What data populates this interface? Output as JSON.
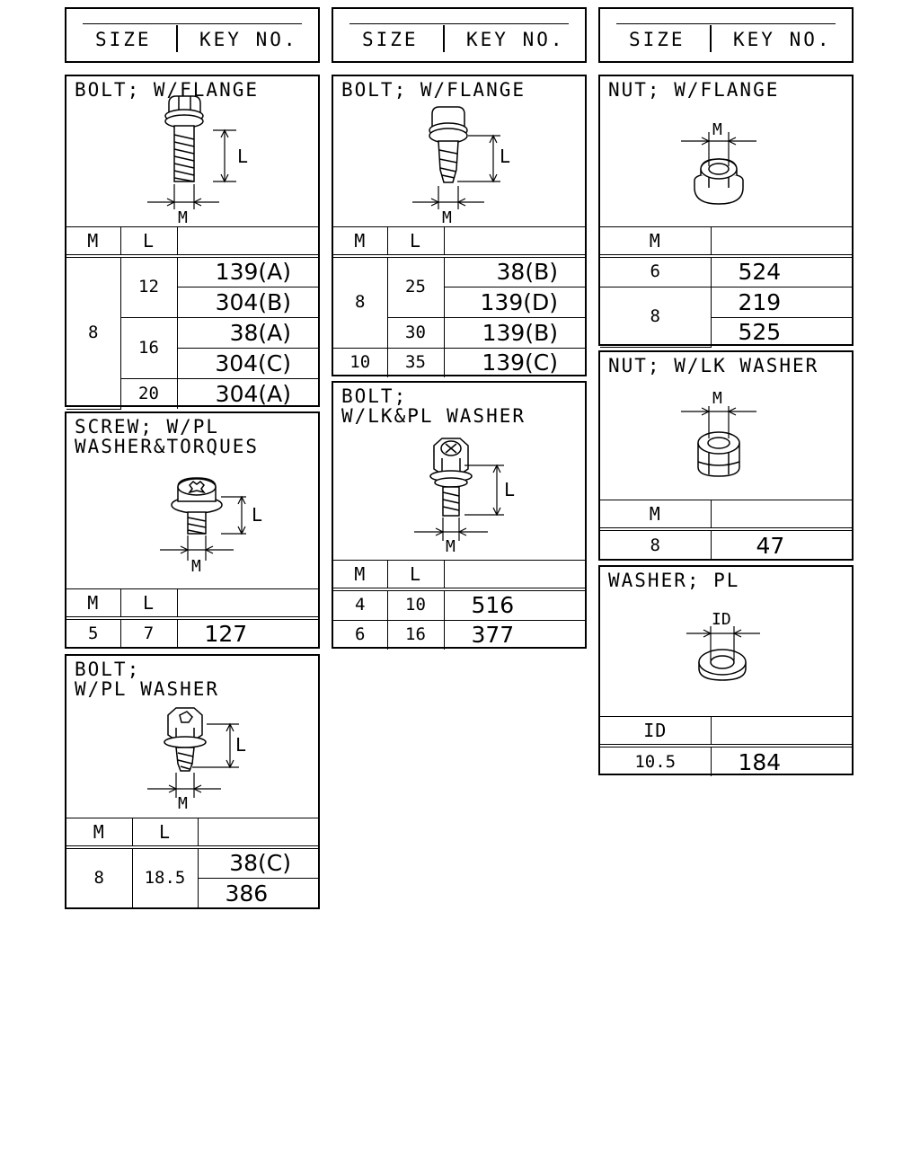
{
  "headers": [
    {
      "size": "SIZE",
      "key": "KEY NO."
    },
    {
      "size": "SIZE",
      "key": "KEY NO."
    },
    {
      "size": "SIZE",
      "key": "KEY NO."
    }
  ],
  "bolt_flange_1": {
    "title": "BOLT; W/FLANGE",
    "dim_l": "L",
    "dim_m": "M",
    "cols": [
      "M",
      "L",
      ""
    ],
    "rows": [
      {
        "m": "8",
        "l": "12",
        "key": "139(A)"
      },
      {
        "key": "304(B)"
      },
      {
        "l": "16",
        "key": "38(A)"
      },
      {
        "key": "304(C)"
      },
      {
        "l": "20",
        "key": "304(A)"
      }
    ]
  },
  "screw_torques": {
    "title": "SCREW; W/PL\nWASHER&TORQUES",
    "dim_l": "L",
    "dim_m": "M",
    "cols": [
      "M",
      "L",
      ""
    ],
    "rows": [
      {
        "m": "5",
        "l": "7",
        "key": "127"
      }
    ]
  },
  "bolt_pl_washer": {
    "title": "BOLT;\nW/PL WASHER",
    "dim_l": "L",
    "dim_m": "M",
    "cols": [
      "M",
      "L",
      ""
    ],
    "rows": [
      {
        "m": "8",
        "l": "18.5",
        "key": "38(C)"
      },
      {
        "key": "386"
      }
    ]
  },
  "bolt_flange_2": {
    "title": "BOLT; W/FLANGE",
    "dim_l": "L",
    "dim_m": "M",
    "cols": [
      "M",
      "L",
      ""
    ],
    "rows": [
      {
        "m": "8",
        "l": "25",
        "key": "38(B)"
      },
      {
        "key": "139(D)"
      },
      {
        "l": "30",
        "key": "139(B)"
      },
      {
        "m": "10",
        "l": "35",
        "key": "139(C)"
      }
    ]
  },
  "bolt_lk_pl_washer": {
    "title": "BOLT;\nW/LK&PL WASHER",
    "dim_l": "L",
    "dim_m": "M",
    "cols": [
      "M",
      "L",
      ""
    ],
    "rows": [
      {
        "m": "4",
        "l": "10",
        "key": "516"
      },
      {
        "m": "6",
        "l": "16",
        "key": "377"
      }
    ]
  },
  "nut_flange": {
    "title": "NUT; W/FLANGE",
    "dim_m": "M",
    "cols": [
      "M",
      ""
    ],
    "rows": [
      {
        "m": "6",
        "key": "524"
      },
      {
        "m": "8",
        "key": "219"
      },
      {
        "key": "525"
      }
    ]
  },
  "nut_lk_washer": {
    "title": "NUT; W/LK WASHER",
    "dim_m": "M",
    "cols": [
      "M",
      ""
    ],
    "rows": [
      {
        "m": "8",
        "key": "47"
      }
    ]
  },
  "washer_pl": {
    "title": "WASHER; PL",
    "dim_id": "ID",
    "cols": [
      "ID",
      ""
    ],
    "rows": [
      {
        "id": "10.5",
        "key": "184"
      }
    ]
  }
}
